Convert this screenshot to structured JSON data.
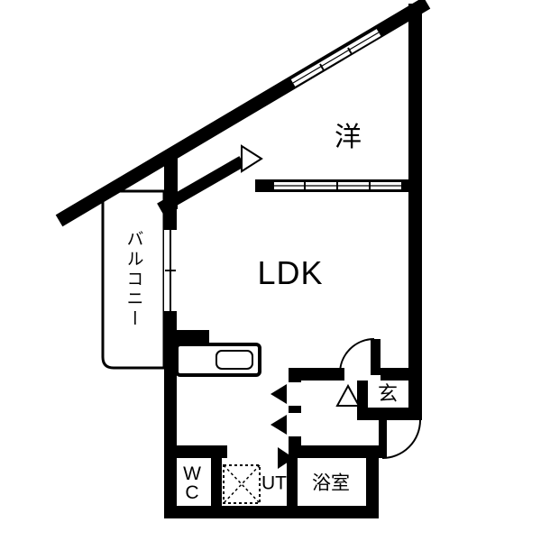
{
  "floorplan": {
    "rooms": {
      "western": "洋",
      "ldk": "LDK",
      "balcony": "バルコニー",
      "entrance": "玄",
      "wc": "W\nC",
      "utility": "UT",
      "bathroom": "浴室"
    },
    "fixtures": {
      "washer": "washing-machine-pan",
      "sink": "kitchen-sink"
    },
    "colors": {
      "wall": "#000000",
      "background": "#ffffff"
    }
  }
}
